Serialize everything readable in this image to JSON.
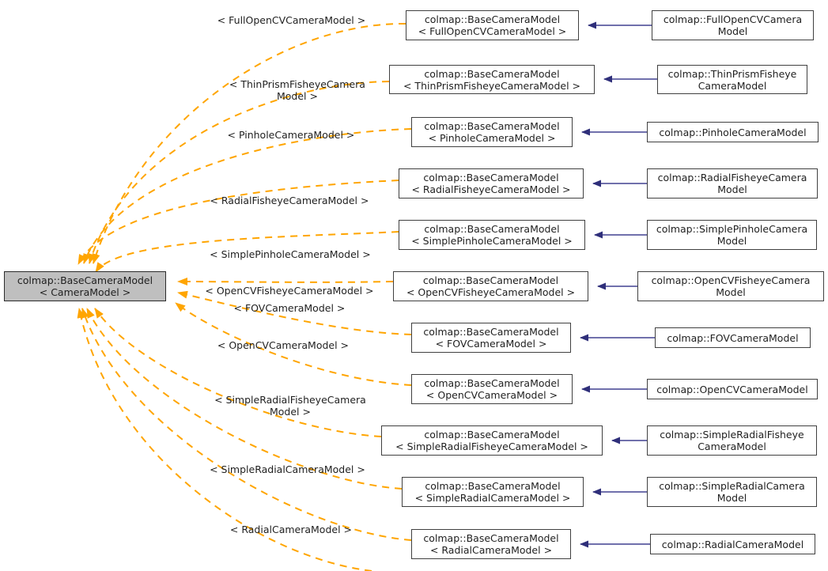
{
  "diagram": {
    "type": "class-inheritance-graph",
    "title": "colmap::BaseCameraModel< CameraModel > inheritance diagram",
    "colors": {
      "root_fill": "#bfbfbf",
      "node_fill": "#ffffff",
      "node_border": "#404040",
      "inherit_edge": "#404090",
      "template_edge": "#ffa500",
      "text": "#1f1f1f"
    },
    "root": {
      "line1": "colmap::BaseCameraModel",
      "line2": "< CameraModel >"
    },
    "middle_nodes": [
      {
        "line1": "colmap::BaseCameraModel",
        "line2": "< FullOpenCVCameraModel >"
      },
      {
        "line1": "colmap::BaseCameraModel",
        "line2": "< ThinPrismFisheyeCameraModel >"
      },
      {
        "line1": "colmap::BaseCameraModel",
        "line2": "< PinholeCameraModel >"
      },
      {
        "line1": "colmap::BaseCameraModel",
        "line2": "< RadialFisheyeCameraModel >"
      },
      {
        "line1": "colmap::BaseCameraModel",
        "line2": "< SimplePinholeCameraModel >"
      },
      {
        "line1": "colmap::BaseCameraModel",
        "line2": "< OpenCVFisheyeCameraModel >"
      },
      {
        "line1": "colmap::BaseCameraModel",
        "line2": "< FOVCameraModel >"
      },
      {
        "line1": "colmap::BaseCameraModel",
        "line2": "< OpenCVCameraModel >"
      },
      {
        "line1": "colmap::BaseCameraModel",
        "line2": "< SimpleRadialFisheyeCameraModel >"
      },
      {
        "line1": "colmap::BaseCameraModel",
        "line2": "< SimpleRadialCameraModel >"
      },
      {
        "line1": "colmap::BaseCameraModel",
        "line2": "< RadialCameraModel >"
      }
    ],
    "leaf_nodes": [
      {
        "line1": "colmap::FullOpenCVCamera",
        "line2": "Model"
      },
      {
        "line1": "colmap::ThinPrismFisheye",
        "line2": "CameraModel"
      },
      {
        "line1": "colmap::PinholeCameraModel",
        "line2": ""
      },
      {
        "line1": "colmap::RadialFisheyeCamera",
        "line2": "Model"
      },
      {
        "line1": "colmap::SimplePinholeCamera",
        "line2": "Model"
      },
      {
        "line1": "colmap::OpenCVFisheyeCamera",
        "line2": "Model"
      },
      {
        "line1": "colmap::FOVCameraModel",
        "line2": ""
      },
      {
        "line1": "colmap::OpenCVCameraModel",
        "line2": ""
      },
      {
        "line1": "colmap::SimpleRadialFisheye",
        "line2": "CameraModel"
      },
      {
        "line1": "colmap::SimpleRadialCamera",
        "line2": "Model"
      },
      {
        "line1": "colmap::RadialCameraModel",
        "line2": ""
      }
    ],
    "edge_labels": [
      {
        "line1": "< FullOpenCVCameraModel >",
        "line2": ""
      },
      {
        "line1": "< ThinPrismFisheyeCamera",
        "line2": "Model >"
      },
      {
        "line1": "< PinholeCameraModel >",
        "line2": ""
      },
      {
        "line1": "< RadialFisheyeCameraModel >",
        "line2": ""
      },
      {
        "line1": "< SimplePinholeCameraModel >",
        "line2": ""
      },
      {
        "line1": "< OpenCVFisheyeCameraModel >",
        "line2": ""
      },
      {
        "line1": "< FOVCameraModel >",
        "line2": ""
      },
      {
        "line1": "< OpenCVCameraModel >",
        "line2": ""
      },
      {
        "line1": "< SimpleRadialFisheyeCamera",
        "line2": "Model >"
      },
      {
        "line1": "< SimpleRadialCameraModel >",
        "line2": ""
      },
      {
        "line1": "< RadialCameraModel >",
        "line2": ""
      }
    ]
  }
}
